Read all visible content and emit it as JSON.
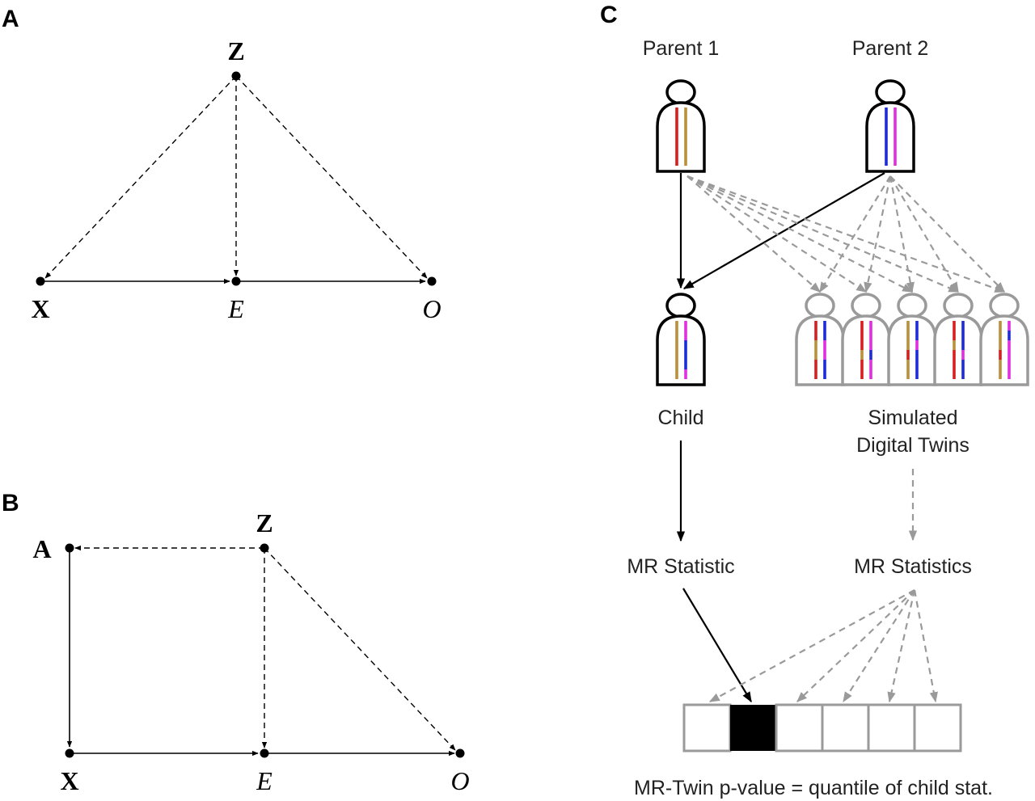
{
  "panel_a": {
    "letter": "A",
    "nodes": {
      "z": "Z",
      "x": "X",
      "e": "E",
      "o": "O"
    }
  },
  "panel_b": {
    "letter": "B",
    "nodes": {
      "z": "Z",
      "a": "A",
      "x": "X",
      "e": "E",
      "o": "O"
    }
  },
  "panel_c": {
    "letter": "C",
    "parent1": "Parent 1",
    "parent2": "Parent 2",
    "child": "Child",
    "twins_line1": "Simulated",
    "twins_line2": "Digital Twins",
    "stat_child": "MR Statistic",
    "stat_twins": "MR Statistics",
    "caption": "MR-Twin p-value = quantile of child stat.",
    "twin_count": 5,
    "quantile_boxes": 6,
    "highlighted_box": 2
  },
  "colors": {
    "chrom_red": "#d81e1e",
    "chrom_gold": "#b8913a",
    "chrom_blue": "#1e2bd8",
    "chrom_magenta": "#e02ee0",
    "grey": "#9a9a9a"
  }
}
